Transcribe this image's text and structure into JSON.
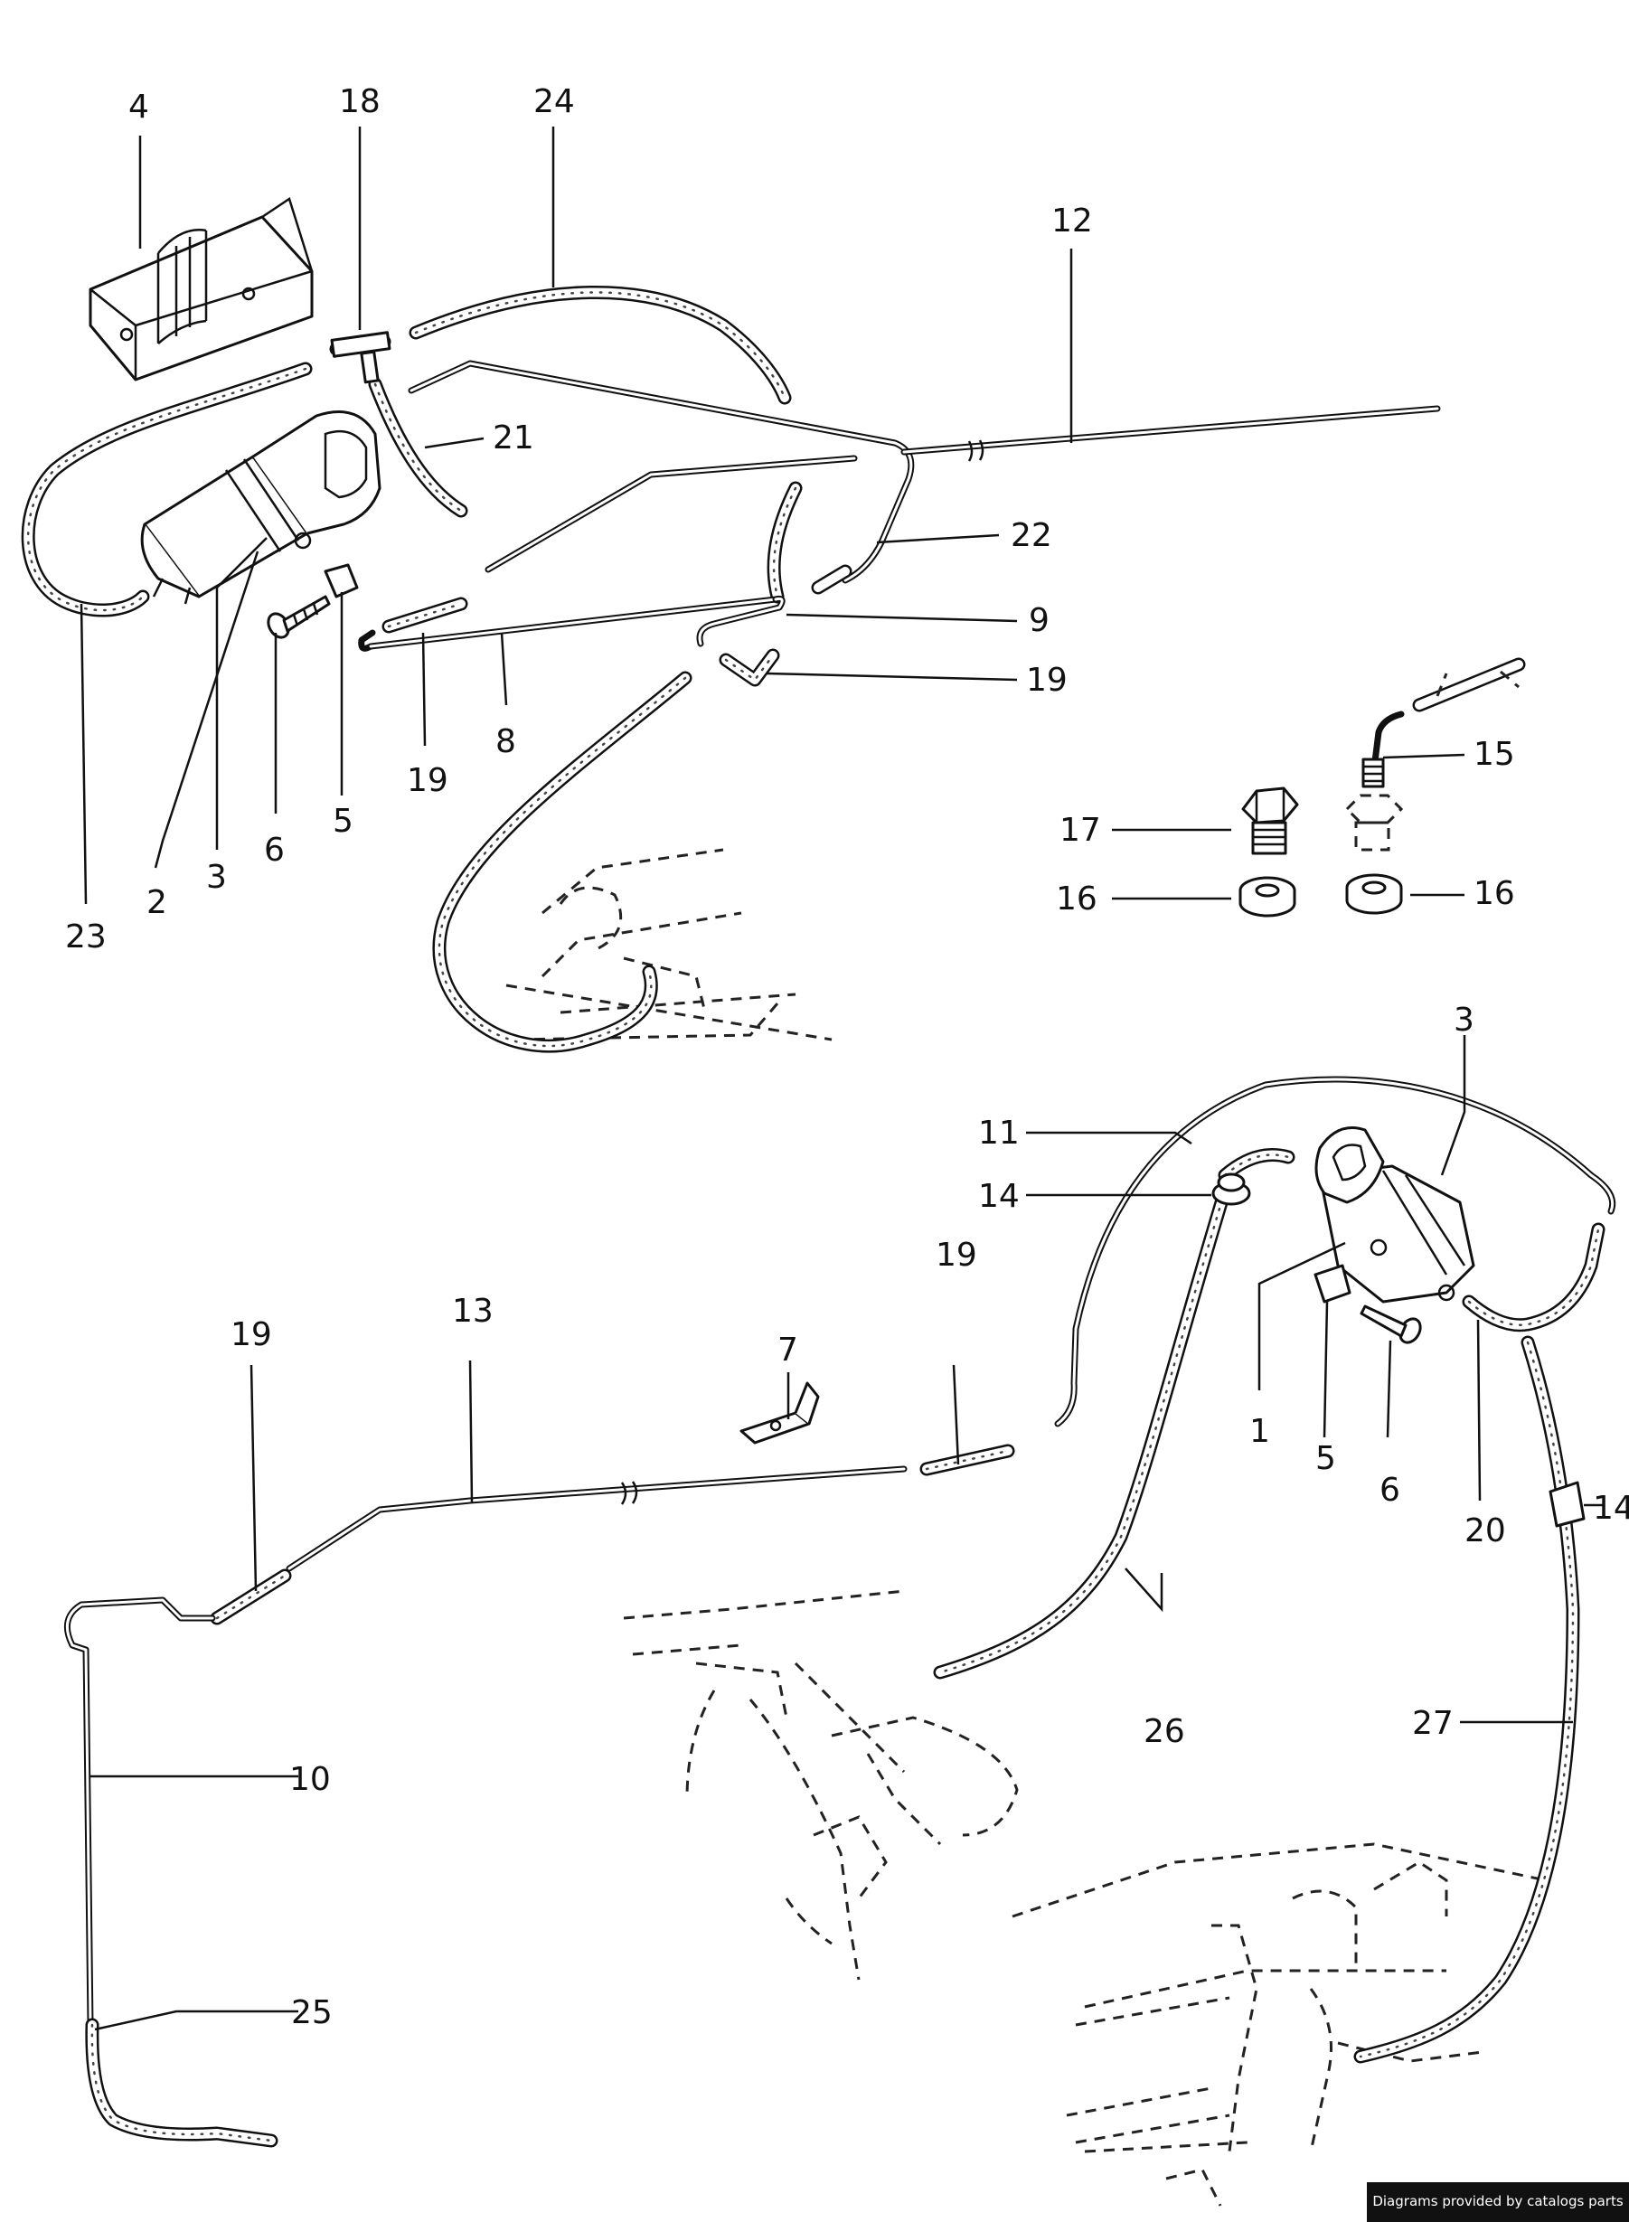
{
  "callouts": {
    "c4": "4",
    "c18": "18",
    "c24": "24",
    "c12": "12",
    "c21": "21",
    "c22": "22",
    "c9": "9",
    "c19a": "19",
    "c23": "23",
    "c2": "2",
    "c3a": "3",
    "c6a": "6",
    "c5a": "5",
    "c19b": "19",
    "c8": "8",
    "c15": "15",
    "c17": "17",
    "c16a": "16",
    "c16b": "16",
    "c3b": "3",
    "c11": "11",
    "c14a": "14",
    "c7": "7",
    "c19c": "19",
    "c19d": "19",
    "c13": "13",
    "c1": "1",
    "c5b": "5",
    "c6b": "6",
    "c20": "20",
    "c14b": "14",
    "c10": "10",
    "c26": "26",
    "c27": "27",
    "c25": "25"
  },
  "credit": "Diagrams provided by catalogs parts"
}
